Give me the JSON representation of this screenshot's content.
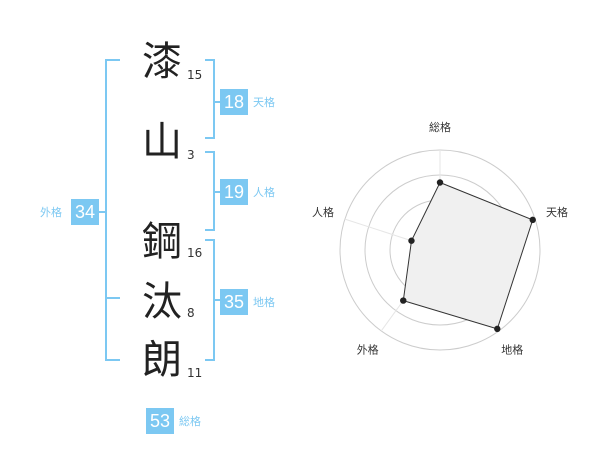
{
  "name": {
    "chars": [
      {
        "char": "漆",
        "strokes": "15"
      },
      {
        "char": "山",
        "strokes": "3"
      },
      {
        "char": "鋼",
        "strokes": "16"
      },
      {
        "char": "汰",
        "strokes": "8"
      },
      {
        "char": "朗",
        "strokes": "11"
      }
    ]
  },
  "kakusu": {
    "tenkaku": {
      "value": "18",
      "label": "天格"
    },
    "jinkaku": {
      "value": "19",
      "label": "人格"
    },
    "chikaku": {
      "value": "35",
      "label": "地格"
    },
    "gaikaku": {
      "value": "34",
      "label": "外格"
    },
    "soukaku": {
      "value": "53",
      "label": "総格"
    }
  },
  "colors": {
    "accent": "#7cc8f2",
    "bracket": "#7cc8f2",
    "text": "#222222"
  },
  "chart_data": {
    "type": "radar",
    "axes": [
      "総格",
      "天格",
      "地格",
      "外格",
      "人格"
    ],
    "rings": 4,
    "values": [
      2.7,
      3.9,
      3.9,
      2.5,
      1.2
    ],
    "max": 4
  }
}
